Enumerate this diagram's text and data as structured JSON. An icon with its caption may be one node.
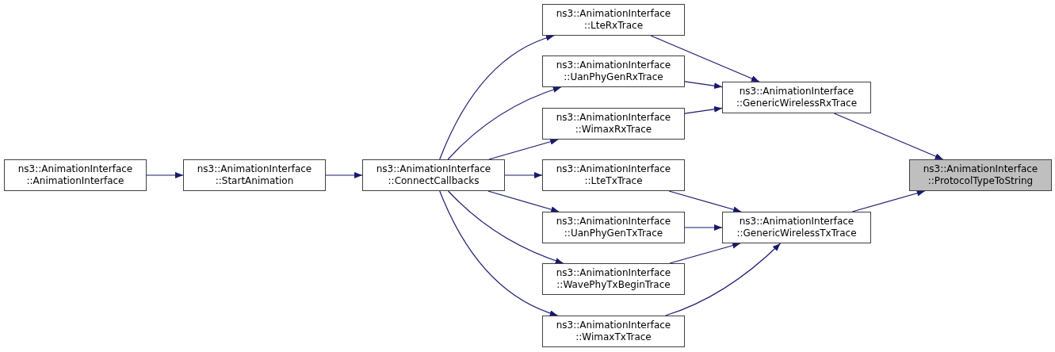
{
  "diagram": {
    "nodes": [
      {
        "text": [
          "ns3::AnimationInterface ::AnimationInterface"
        ]
      },
      {
        "text": [
          "ns3::AnimationInterface ::StartAnimation"
        ]
      },
      {
        "text": [
          "ns3::AnimationInterface ::ConnectCallbacks"
        ]
      },
      {
        "text": [
          "ns3::AnimationInterface ::LteRxTrace"
        ]
      },
      {
        "text": [
          "ns3::AnimationInterface ::UanPhyGenRxTrace"
        ]
      },
      {
        "text": [
          "ns3::AnimationInterface ::WimaxRxTrace"
        ]
      },
      {
        "text": [
          "ns3::AnimationInterface ::LteTxTrace"
        ]
      },
      {
        "text": [
          "ns3::AnimationInterface ::UanPhyGenTxTrace"
        ]
      },
      {
        "text": [
          "ns3::AnimationInterface ::WavePhyTxBeginTrace"
        ]
      },
      {
        "text": [
          "ns3::AnimationInterface ::WimaxTxTrace"
        ]
      },
      {
        "text": [
          "ns3::AnimationInterface ::GenericWirelessRxTrace"
        ]
      },
      {
        "text": [
          "ns3::AnimationInterface ::GenericWirelessTxTrace"
        ]
      },
      {
        "text": [
          "ns3::AnimationInterface ::ProtocolTypeToString"
        ]
      }
    ],
    "edges": [
      {
        "from": 0,
        "to": 1,
        "arrow": "to"
      },
      {
        "from": 1,
        "to": 2,
        "arrow": "to"
      },
      {
        "from": 2,
        "to": 3,
        "arrow": "to"
      },
      {
        "from": 2,
        "to": 4,
        "arrow": "to"
      },
      {
        "from": 2,
        "to": 5,
        "arrow": "to"
      },
      {
        "from": 2,
        "to": 6,
        "arrow": "to"
      },
      {
        "from": 2,
        "to": 7,
        "arrow": "to"
      },
      {
        "from": 2,
        "to": 8,
        "arrow": "to"
      },
      {
        "from": 2,
        "to": 9,
        "arrow": "to"
      },
      {
        "from": 3,
        "to": 10,
        "arrow": "to"
      },
      {
        "from": 4,
        "to": 10,
        "arrow": "to"
      },
      {
        "from": 5,
        "to": 10,
        "arrow": "to"
      },
      {
        "from": 6,
        "to": 11,
        "arrow": "to"
      },
      {
        "from": 7,
        "to": 11,
        "arrow": "to"
      },
      {
        "from": 8,
        "to": 11,
        "arrow": "to"
      },
      {
        "from": 9,
        "to": 11,
        "arrow": "to"
      },
      {
        "from": 10,
        "to": 12,
        "arrow": "to"
      },
      {
        "from": 11,
        "to": 12,
        "arrow": "to"
      }
    ]
  }
}
